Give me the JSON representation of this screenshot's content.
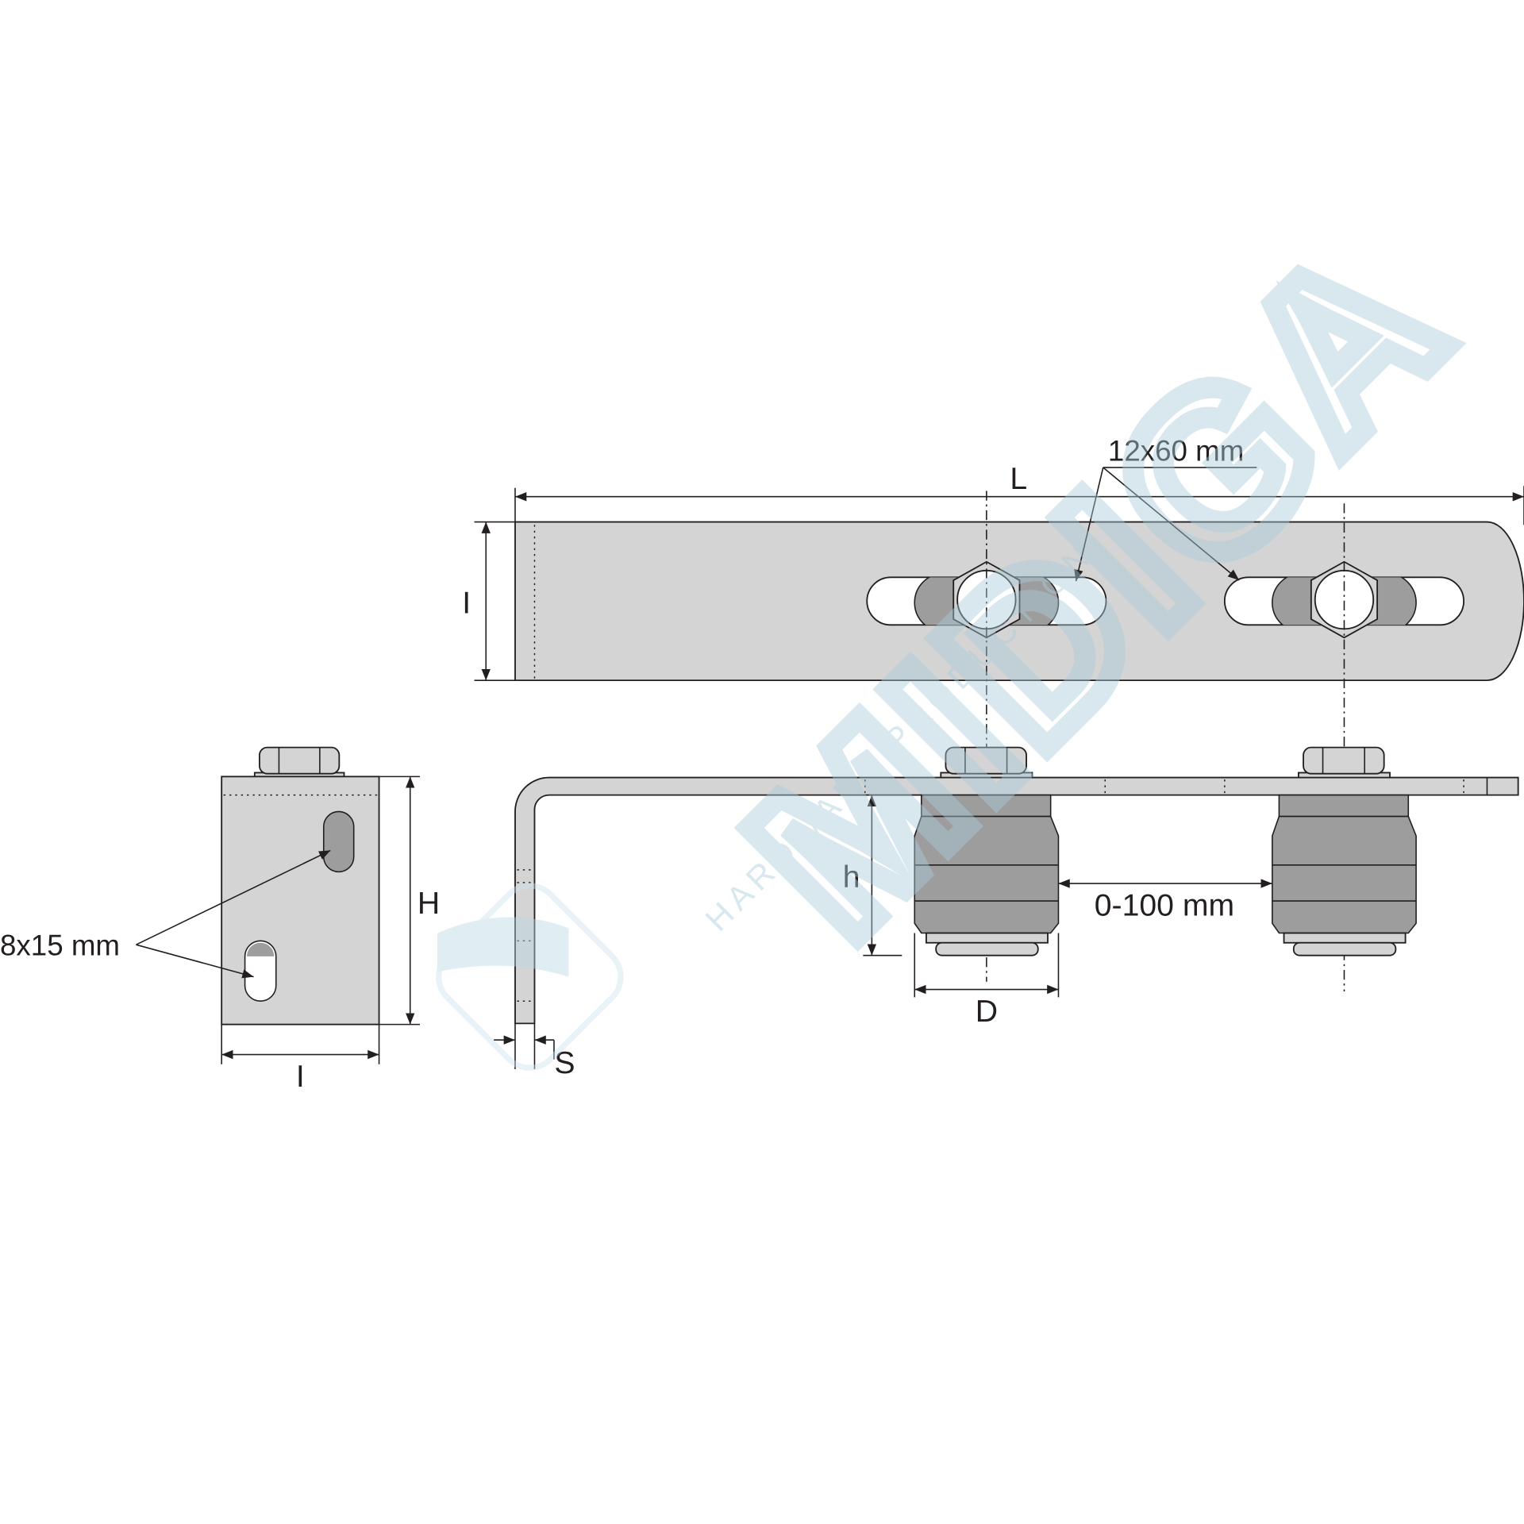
{
  "watermark": {
    "logo_text": "MIDIGA",
    "tagline": "HARDWARE PRODUCTION",
    "color": "#a9cbd9"
  },
  "colors": {
    "part_fill": "#d4d4d4",
    "roller_fill": "#9d9d9d",
    "line": "#231f20"
  },
  "top_view": {
    "length_label": "L",
    "width_label": "I",
    "slot_label": "12x60 mm"
  },
  "side_view": {
    "roller_height_label": "h",
    "spacing_label": "0-100 mm",
    "diameter_label": "D",
    "thickness_label": "S"
  },
  "end_view": {
    "height_label": "H",
    "width_label": "I",
    "slot_label": "8x15 mm"
  }
}
